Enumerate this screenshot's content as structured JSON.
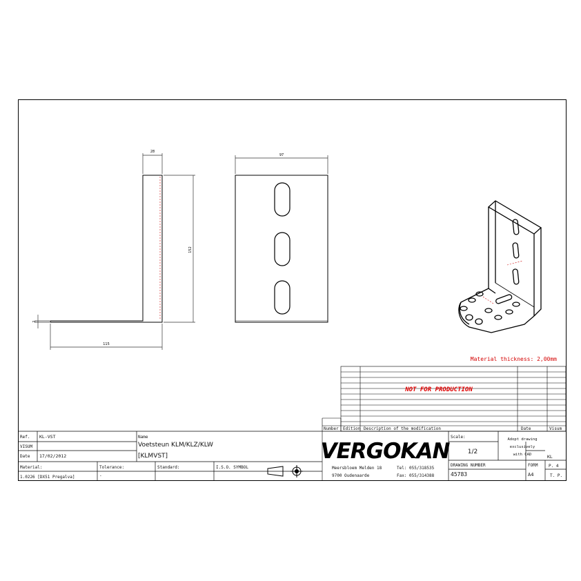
{
  "dimensions": {
    "flange_width": "28",
    "height": "152",
    "thickness": "2",
    "base_length": "115",
    "plate_width": "97"
  },
  "material_note": "Material thickness: 2,00mm",
  "revision_table": {
    "watermark": "NOT FOR PRODUCTION",
    "headers": {
      "number": "Number",
      "edition": "Edition",
      "description": "Description of the modification",
      "date": "Date",
      "visum": "Visum"
    }
  },
  "title_block": {
    "ref_label": "Ref.",
    "ref_value": "KL-VST",
    "visum_label": "VISUM",
    "date_label": "Date",
    "date_value": "17/02/2012",
    "name_label": "Name",
    "name_line1": "Voetsteun KLM/KLZ/KLW",
    "name_line2": "[KLMVST]",
    "material_label": "Material:",
    "material_value": "1.0226 [DX51 Pregalva]",
    "tolerance_label": "Tolerance:",
    "tolerance_value": "-",
    "standard_label": "Standard:",
    "iso_label": "I.S.O. SYMBOL",
    "company": "VERGOKAN",
    "address_line1": "Meersbloem Melden 18",
    "address_line2": "9700 Oudenaarde",
    "tel": "Tel: 055/318535",
    "fax": "Fax: 055/314388",
    "scale_label": "Scale:",
    "scale_value": "1/2",
    "adopt_note_1": "Adopt drawing",
    "adopt_note_2": "exclusively",
    "adopt_note_3": "with CAD",
    "drawing_number_label": "DRAWING NUMBER",
    "drawing_number": "45783",
    "form_label": "FORM",
    "form_value": "A4",
    "code": "KL",
    "page_label": "P. 4",
    "pages_value": "T. P."
  }
}
